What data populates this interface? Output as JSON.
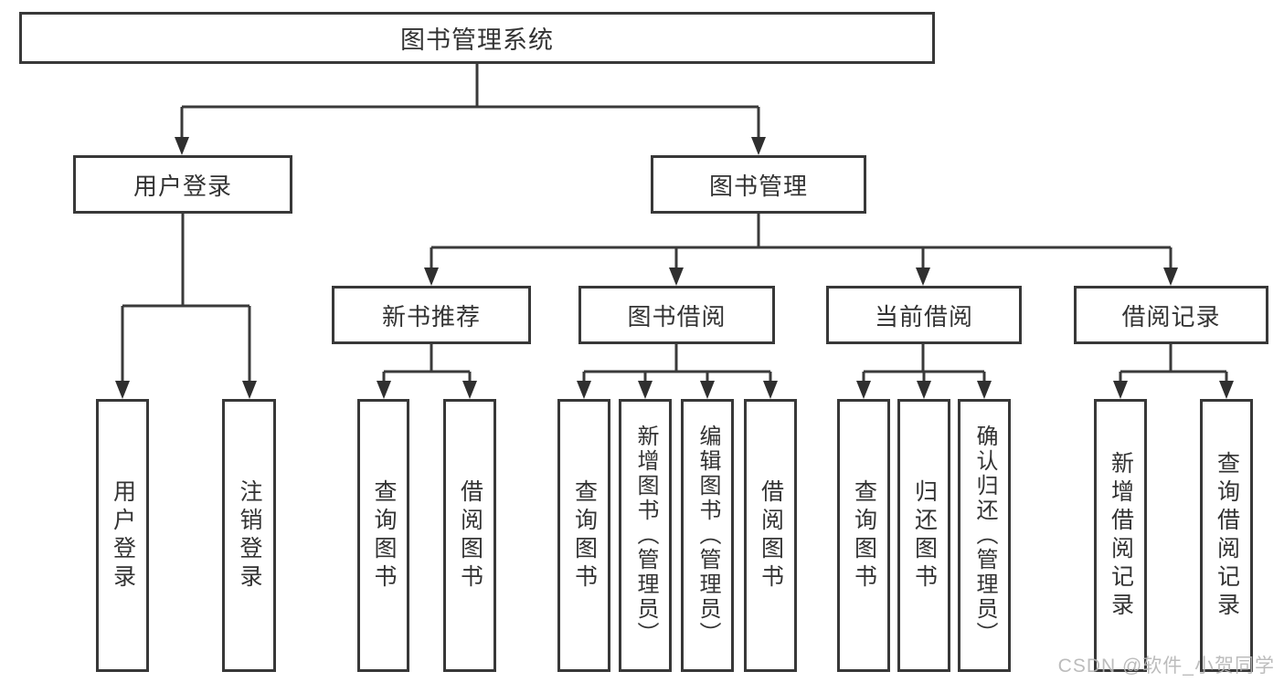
{
  "diagram_title": "图书管理系统",
  "tree": {
    "root": "图书管理系统",
    "branches": [
      {
        "label": "用户登录",
        "children": [
          {
            "label": "用户登录"
          },
          {
            "label": "注销登录"
          }
        ]
      },
      {
        "label": "图书管理",
        "children": [
          {
            "label": "新书推荐",
            "children": [
              {
                "label": "查询图书"
              },
              {
                "label": "借阅图书"
              }
            ]
          },
          {
            "label": "图书借阅",
            "children": [
              {
                "label": "查询图书"
              },
              {
                "label": "新增图书（管理员）"
              },
              {
                "label": "编辑图书（管理员）"
              },
              {
                "label": "借阅图书"
              }
            ]
          },
          {
            "label": "当前借阅",
            "children": [
              {
                "label": "查询图书"
              },
              {
                "label": "归还图书"
              },
              {
                "label": "确认归还（管理员）"
              }
            ]
          },
          {
            "label": "借阅记录",
            "children": [
              {
                "label": "新增借阅记录"
              },
              {
                "label": "查询借阅记录"
              }
            ]
          }
        ]
      }
    ]
  },
  "watermark": {
    "text": "CSDN @软件_小贺同学"
  },
  "colors": {
    "background": "#ffffff",
    "box_border": "#383838",
    "connector_line": "#3a3a3a",
    "text": "#333333",
    "watermark_text": "#b5b5b5"
  }
}
